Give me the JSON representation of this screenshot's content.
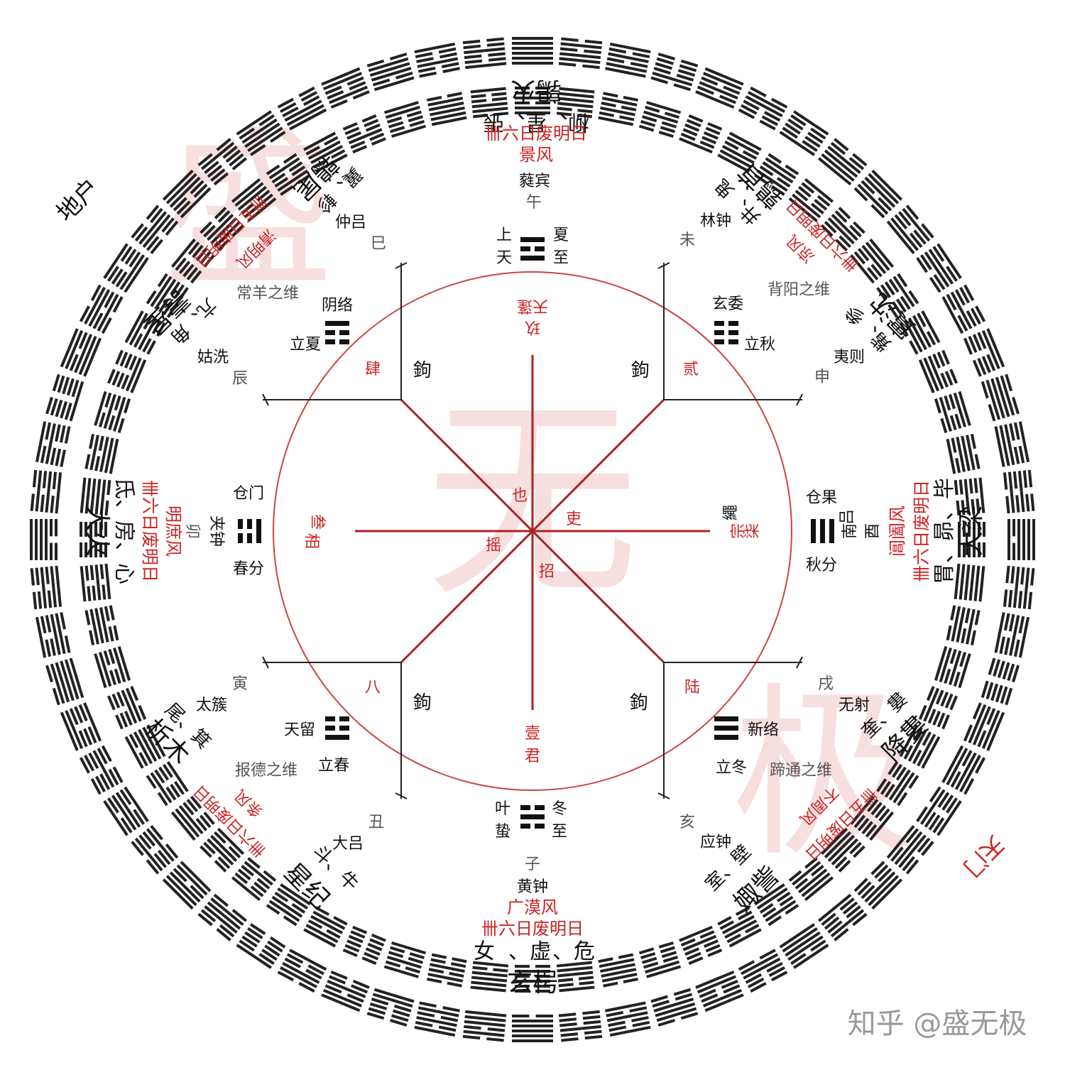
{
  "watermark": {
    "chars": [
      "盛",
      "无",
      "极"
    ]
  },
  "zhihu": "知乎 @盛无极",
  "center": {
    "top": [
      "玖",
      "天蓬"
    ],
    "bottom": [
      "壹",
      "君"
    ],
    "left": [
      "叁",
      "相"
    ],
    "right": [
      "柒",
      "宗"
    ],
    "rope": "繩",
    "around_center": [
      "也",
      "吏",
      "摇",
      "招"
    ],
    "hooks": [
      "鉤",
      "鉤",
      "鉤",
      "鉤"
    ],
    "red_numbers": [
      "肆",
      "贰",
      "八",
      "陆"
    ]
  },
  "top": {
    "title": "鶉火",
    "stars": "柳、星、張",
    "days": "卌六日废明日",
    "wind": "景风",
    "note": "蕤宾",
    "branch": "午",
    "left_label": [
      "上",
      "天"
    ],
    "right_label": [
      "夏",
      "至"
    ]
  },
  "bottom": {
    "title": "玄枵",
    "stars": [
      "女",
      "、虚",
      "、危"
    ],
    "days": "卌六日废明日",
    "wind": "广漠风",
    "note": "黄钟",
    "branch": "子",
    "left_label": [
      "叶",
      "蛰"
    ],
    "right_label": [
      "冬",
      "至"
    ]
  },
  "left": {
    "title": "大火",
    "stars": "氐、房、心",
    "days": "卌六日废明日",
    "wind": "明庶风",
    "gate": "仓门",
    "note": "夹钟",
    "branch": "卯",
    "term": "春分"
  },
  "right": {
    "title": "大梁",
    "stars": "胃、昴、毕",
    "days": "卌六日废明日",
    "wind": "阊阖风",
    "gate": "仓果",
    "side": [
      "南",
      "吕"
    ],
    "branch": "酉",
    "term": "秋分"
  },
  "top_left": {
    "title": "鶉尾",
    "stars": "翼、軫",
    "days": "卌五日废明日",
    "wind": "清明风",
    "note": "仲吕",
    "branch": "巳",
    "wei": "常羊之维",
    "palace": "阴络",
    "term": "立夏",
    "title2": "壽星",
    "stars2": "亢、角",
    "note2": "姑洗",
    "branch2": "辰",
    "corner": "地户"
  },
  "top_right": {
    "title": "鶉首",
    "stars": "井、鬼",
    "days": "卌六日废明日",
    "wind": "凉风",
    "note": "林钟",
    "branch": "未",
    "wei": "背阳之维",
    "palace": "玄委",
    "term": "立秋",
    "title2": "實沈",
    "stars2": "觜、参",
    "note2": "夷则",
    "branch2": "申"
  },
  "bottom_left": {
    "title": "析木",
    "stars": "尾、箕",
    "days": "卌六日废明日",
    "wind": "条风",
    "note": "太簇",
    "branch": "寅",
    "wei": "报德之维",
    "palace": "天留",
    "term": "立春",
    "title2": "星纪",
    "stars2": "斗、牛",
    "note2": "大吕",
    "branch2": "丑"
  },
  "bottom_right": {
    "title": "降婁",
    "stars": "奎、婁",
    "days": "卌五日废明日",
    "wind": "不周风",
    "note": "无射",
    "branch": "戌",
    "wei": "蹄通之维",
    "palace": "新络",
    "term": "立冬",
    "title2": "娵訾",
    "stars2": "室、壁",
    "note2": "应钟",
    "branch2": "亥",
    "corner": "天门"
  },
  "colors": {
    "accent": "#cc2222",
    "ink": "#111111",
    "watermark": "#f2c6c6"
  },
  "outer_ring": {
    "symbol": "hexagram",
    "count": 64,
    "rings": 2
  }
}
